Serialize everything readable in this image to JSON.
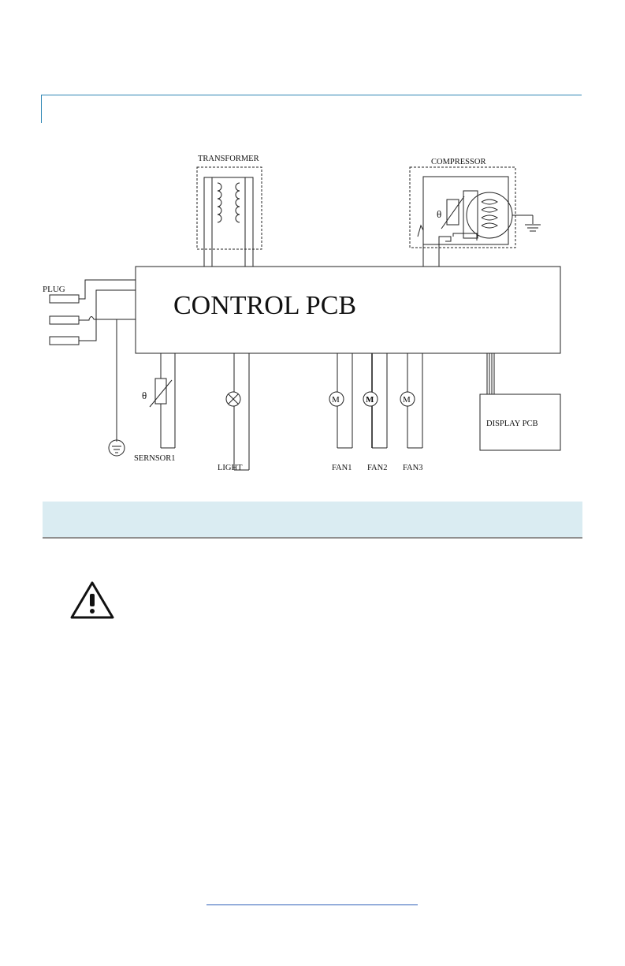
{
  "diagram": {
    "transformer_label": "TRANSFORMER",
    "compressor_label": "COMPRESSOR",
    "control_pcb_label": "CONTROL PCB",
    "plug_label": "PLUG",
    "sensor_label": "SERNSOR1",
    "light_label": "LIGHT",
    "fan1_label": "FAN1",
    "fan2_label": "FAN2",
    "fan3_label": "FAN3",
    "display_pcb_label": "DISPLAY PCB",
    "theta_symbol": "θ",
    "motor_symbol": "M"
  },
  "icons": {
    "warning": "warning-triangle-icon",
    "ground": "ground-icon"
  }
}
